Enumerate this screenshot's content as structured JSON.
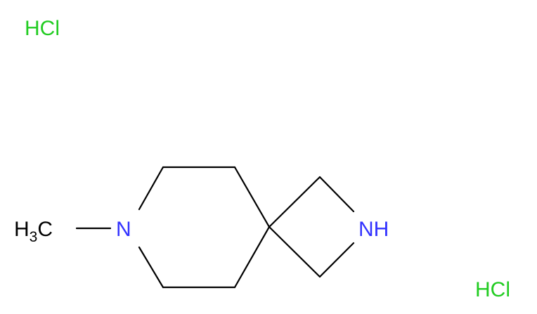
{
  "molecule": {
    "hcl_top": "HCl",
    "hcl_bottom": "HCl",
    "methyl": {
      "h": "H",
      "sub": "3",
      "c": "C"
    },
    "piperidine_n": "N",
    "azetidine_nh": "NH"
  },
  "colors": {
    "bond": "#000000",
    "nitrogen": "#3333ff",
    "chlorine_salt": "#22cc22",
    "carbon_label": "#000000"
  }
}
